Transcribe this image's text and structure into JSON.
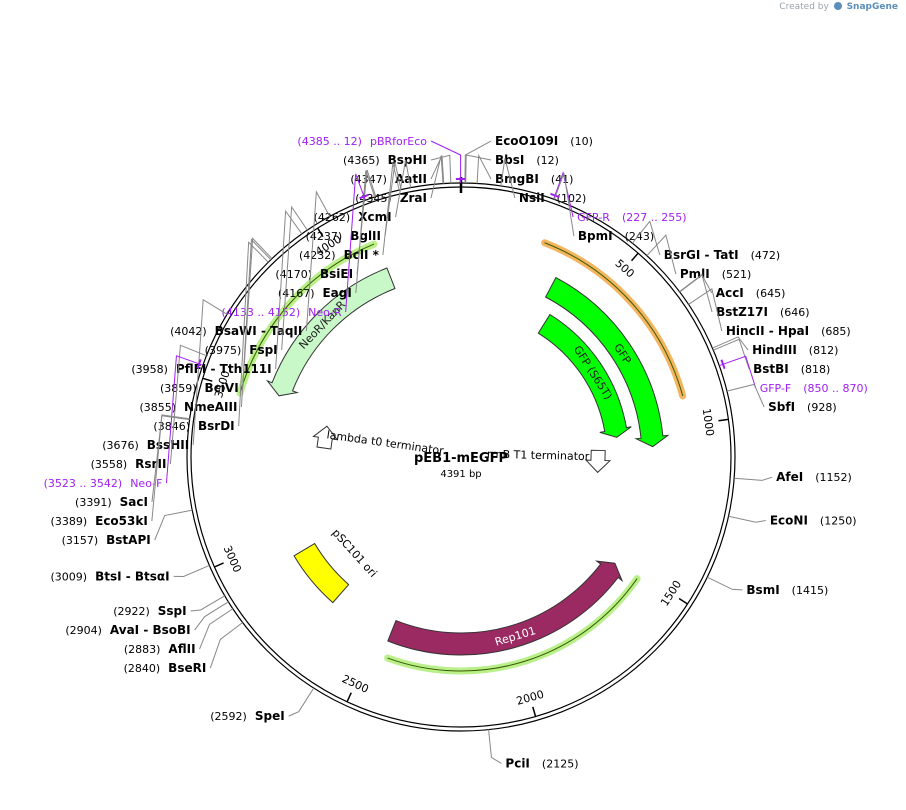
{
  "app": {
    "credit_prefix": "Created by",
    "credit_brand": "SnapGene"
  },
  "plasmid": {
    "name": "pEB1-mEGFP",
    "length": 4391,
    "size_label": "4391 bp"
  },
  "ticks": [
    {
      "bp": 500,
      "label": "500"
    },
    {
      "bp": 1000,
      "label": "1000"
    },
    {
      "bp": 1500,
      "label": "1500"
    },
    {
      "bp": 2000,
      "label": "2000"
    },
    {
      "bp": 2500,
      "label": "2500"
    },
    {
      "bp": 3000,
      "label": "3000"
    },
    {
      "bp": 3500,
      "label": "3500"
    },
    {
      "bp": 4000,
      "label": "4000"
    }
  ],
  "colors": {
    "enzyme": "#000000",
    "primer": "#a020f0",
    "gfp": "#00ff00",
    "neo": "#c8f7c8",
    "rep": "#9b2a62",
    "ori": "#ffff00",
    "highlight_orange": "#f3b55f",
    "highlight_green": "#b9f08a",
    "line": "#888888"
  },
  "enzymes": [
    {
      "name": "EcoO109I",
      "pos": "(10)",
      "bp": 10,
      "side": "right"
    },
    {
      "name": "BbsI",
      "pos": "(12)",
      "bp": 12,
      "side": "right"
    },
    {
      "name": "BmgBI",
      "pos": "(41)",
      "bp": 41,
      "side": "right"
    },
    {
      "name": "NsiI",
      "pos": "(102)",
      "bp": 102,
      "side": "right"
    },
    {
      "name": "BpmI",
      "pos": "(243)",
      "bp": 243,
      "side": "right"
    },
    {
      "name": "BsrGI  -  TatI",
      "pos": "(472)",
      "bp": 472,
      "side": "right"
    },
    {
      "name": "PmlI",
      "pos": "(521)",
      "bp": 521,
      "side": "right"
    },
    {
      "name": "AccI",
      "pos": "(645)",
      "bp": 645,
      "side": "right"
    },
    {
      "name": "BstZ17I",
      "pos": "(646)",
      "bp": 646,
      "side": "right"
    },
    {
      "name": "HincII  -  HpaI",
      "pos": "(685)",
      "bp": 685,
      "side": "right"
    },
    {
      "name": "HindIII",
      "pos": "(812)",
      "bp": 812,
      "side": "right"
    },
    {
      "name": "BstBI",
      "pos": "(818)",
      "bp": 818,
      "side": "right"
    },
    {
      "name": "SbfI",
      "pos": "(928)",
      "bp": 928,
      "side": "right"
    },
    {
      "name": "AfeI",
      "pos": "(1152)",
      "bp": 1152,
      "side": "right"
    },
    {
      "name": "EcoNI",
      "pos": "(1250)",
      "bp": 1250,
      "side": "right"
    },
    {
      "name": "BsmI",
      "pos": "(1415)",
      "bp": 1415,
      "side": "right"
    },
    {
      "name": "PciI",
      "pos": "(2125)",
      "bp": 2125,
      "side": "right"
    },
    {
      "name": "SpeI",
      "pos": "(2592)",
      "bp": 2592,
      "side": "left"
    },
    {
      "name": "BseRI",
      "pos": "(2840)",
      "bp": 2840,
      "side": "left"
    },
    {
      "name": "AflII",
      "pos": "(2883)",
      "bp": 2883,
      "side": "left"
    },
    {
      "name": "AvaI  -  BsoBI",
      "pos": "(2904)",
      "bp": 2904,
      "side": "left"
    },
    {
      "name": "SspI",
      "pos": "(2922)",
      "bp": 2922,
      "side": "left"
    },
    {
      "name": "BtsI  -  BtsαI",
      "pos": "(3009)",
      "bp": 3009,
      "side": "left"
    },
    {
      "name": "BstAPI",
      "pos": "(3157)",
      "bp": 3157,
      "side": "left"
    },
    {
      "name": "Eco53kI",
      "pos": "(3389)",
      "bp": 3389,
      "side": "left"
    },
    {
      "name": "SacI",
      "pos": "(3391)",
      "bp": 3391,
      "side": "left"
    },
    {
      "name": "RsrII",
      "pos": "(3558)",
      "bp": 3558,
      "side": "left"
    },
    {
      "name": "BssHII",
      "pos": "(3676)",
      "bp": 3676,
      "side": "left"
    },
    {
      "name": "BsrDI",
      "pos": "(3846)",
      "bp": 3846,
      "side": "left"
    },
    {
      "name": "NmeAIII",
      "pos": "(3855)",
      "bp": 3855,
      "side": "left"
    },
    {
      "name": "BciVI",
      "pos": "(3859)",
      "bp": 3859,
      "side": "left"
    },
    {
      "name": "PflFI  -  Tth111I",
      "pos": "(3958)",
      "bp": 3958,
      "side": "left"
    },
    {
      "name": "FspI",
      "pos": "(3975)",
      "bp": 3975,
      "side": "left"
    },
    {
      "name": "BsaWI  -  TaqII",
      "pos": "(4042)",
      "bp": 4042,
      "side": "left"
    },
    {
      "name": "EagI",
      "pos": "(4167)",
      "bp": 4167,
      "side": "left"
    },
    {
      "name": "BsiEI",
      "pos": "(4170)",
      "bp": 4170,
      "side": "left"
    },
    {
      "name": "BclI *",
      "pos": "(4232)",
      "bp": 4232,
      "side": "left"
    },
    {
      "name": "BglII",
      "pos": "(4237)",
      "bp": 4237,
      "side": "left"
    },
    {
      "name": "XcmI",
      "pos": "(4262)",
      "bp": 4262,
      "side": "left"
    },
    {
      "name": "ZraI",
      "pos": "(4345)",
      "bp": 4345,
      "side": "left"
    },
    {
      "name": "AatII",
      "pos": "(4347)",
      "bp": 4347,
      "side": "left"
    },
    {
      "name": "BspHI",
      "pos": "(4365)",
      "bp": 4365,
      "side": "left"
    }
  ],
  "primers": [
    {
      "name": "pBRforEco",
      "range": "(4385 .. 12)",
      "bp": 4390,
      "side": "left"
    },
    {
      "name": "GFP-R",
      "range": "(227 .. 255)",
      "bp": 241,
      "side": "right"
    },
    {
      "name": "GFP-F",
      "range": "(850 .. 870)",
      "bp": 860,
      "side": "right"
    },
    {
      "name": "Neo-F",
      "range": "(3523 .. 3542)",
      "bp": 3532,
      "side": "left"
    },
    {
      "name": "Neo-R",
      "range": "(4133 .. 4152)",
      "bp": 4142,
      "side": "left"
    }
  ],
  "features": [
    {
      "name": "GFP",
      "start": 340,
      "end": 1060,
      "type": "arrow-cw",
      "color": "#00ff00"
    },
    {
      "name": "GFP (S65T)",
      "start": 390,
      "end": 1010,
      "type": "arrow-cw",
      "color": "#00ff00"
    },
    {
      "name": "NeoR/KanR",
      "start": 3520,
      "end": 4130,
      "type": "arrow-ccw",
      "color": "#c8f7c8"
    },
    {
      "name": "Rep101",
      "start": 1520,
      "end": 2460,
      "type": "arrow-ccw",
      "color": "#9b2a62"
    },
    {
      "name": "pSC101 ori",
      "start": 2700,
      "end": 2920,
      "type": "box",
      "color": "#ffff00"
    },
    {
      "name": "rrnB T1 terminator",
      "start": 1080,
      "end": 1150,
      "type": "terminator"
    },
    {
      "name": "lambda t0 terminator",
      "start": 3360,
      "end": 3420,
      "type": "terminator"
    }
  ],
  "highlights": [
    {
      "name": "orange",
      "start": 260,
      "end": 910
    },
    {
      "name": "green-rep",
      "start": 1520,
      "end": 2440
    },
    {
      "name": "green-neo",
      "start": 3490,
      "end": 4120
    }
  ]
}
